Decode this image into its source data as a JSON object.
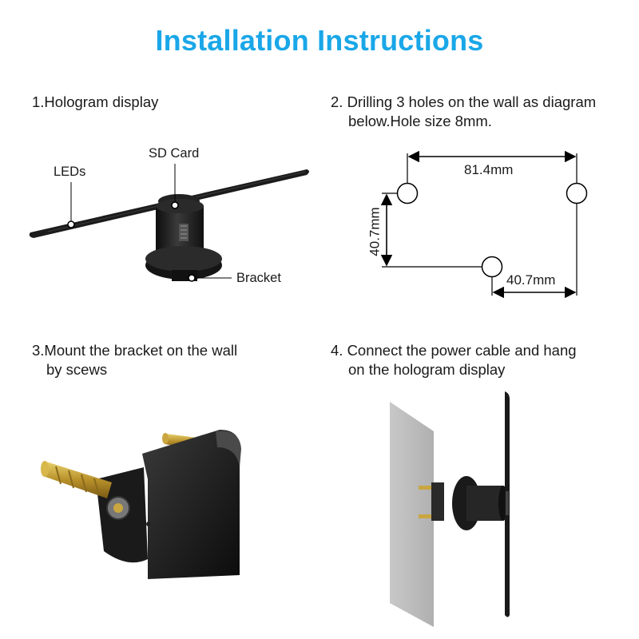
{
  "page": {
    "title": "Installation Instructions",
    "title_color": "#1aa7e8"
  },
  "steps": [
    {
      "line1": "1.Hologram display",
      "line2": ""
    },
    {
      "line1": "2. Drilling 3 holes on the wall as diagram",
      "line2": "below.Hole size 8mm."
    },
    {
      "line1": "3.Mount the bracket on the wall",
      "line2": "by scews"
    },
    {
      "line1": "4. Connect the power cable and hang",
      "line2": "on the hologram display"
    }
  ],
  "labels": {
    "leds": "LEDs",
    "sd_card": "SD Card",
    "bracket": "Bracket"
  },
  "dimensions": {
    "horizontal_top": "81.4mm",
    "vertical_left": "40.7mm",
    "horizontal_bottom": "40.7mm"
  }
}
